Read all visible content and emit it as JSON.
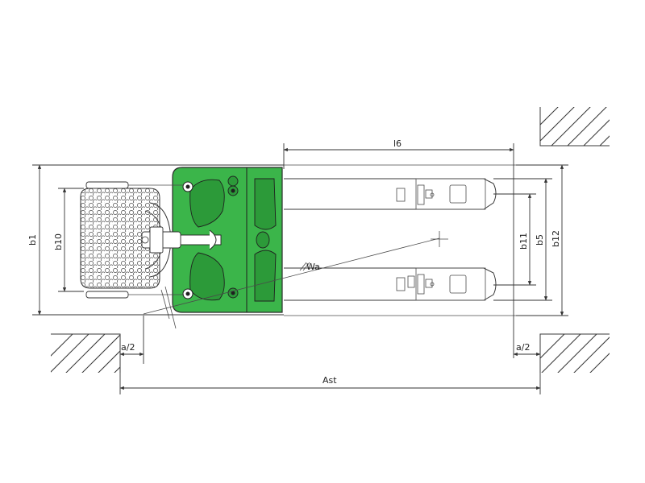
{
  "labels": {
    "l6": "l6",
    "b1": "b1",
    "b10": "b10",
    "b11": "b11",
    "b5": "b5",
    "b12": "b12",
    "a2_left": "a/2",
    "a2_right": "a/2",
    "ast": "Ast",
    "wa": "Wa"
  },
  "colors": {
    "body_green": "#3bb54a",
    "body_dark_green": "#2c9a39",
    "outline": "#3a3a3a"
  }
}
